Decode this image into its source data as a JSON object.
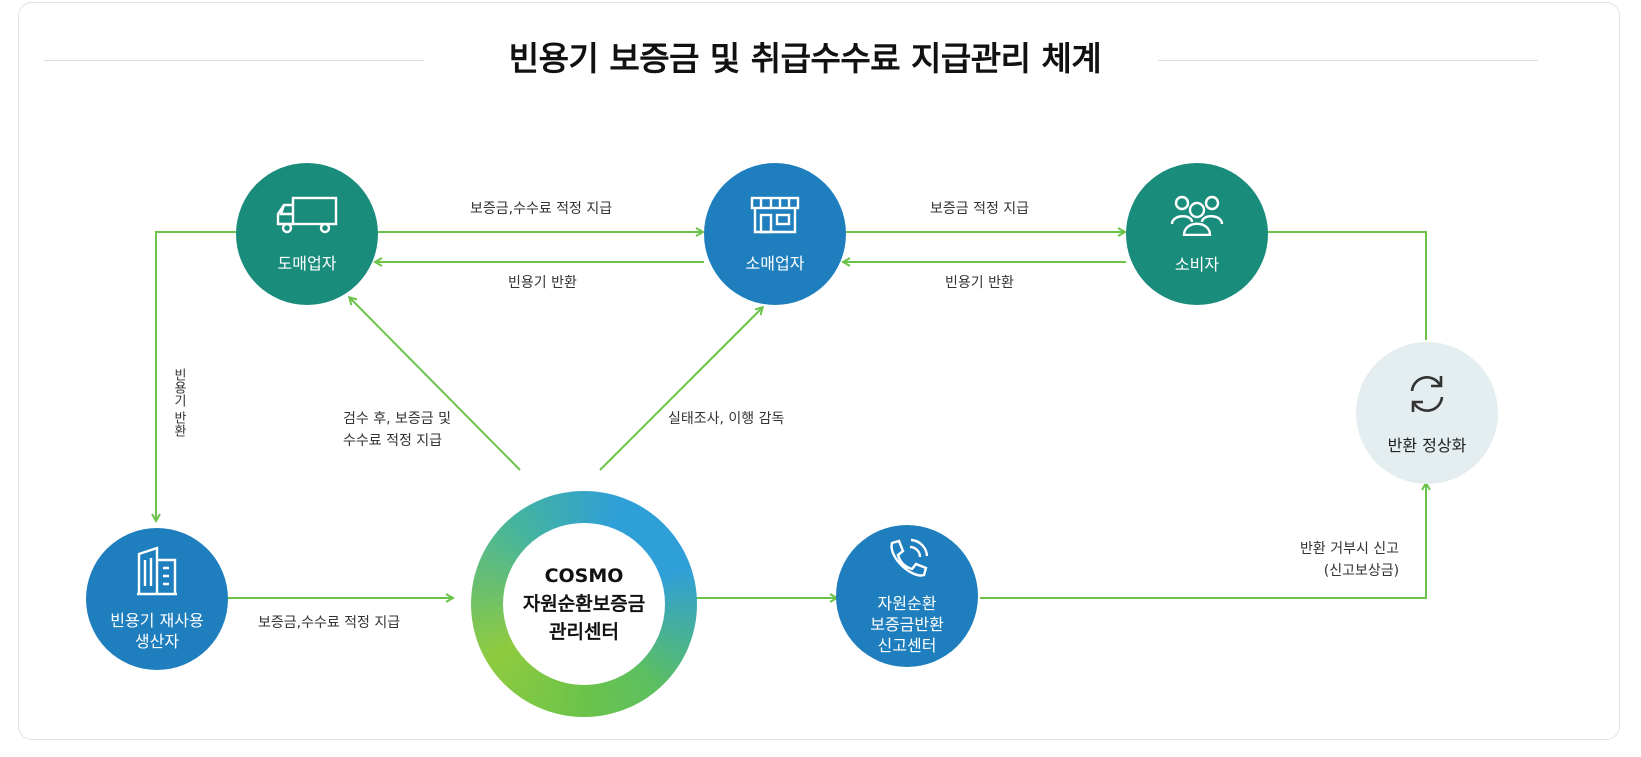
{
  "title": "빈용기 보증금 및 취급수수료 지급관리 체계",
  "nodes": {
    "wholesaler": {
      "label": "도매업자",
      "icon": "truck-icon"
    },
    "retailer": {
      "label": "소매업자",
      "icon": "store-icon"
    },
    "consumer": {
      "label": "소비자",
      "icon": "people-icon"
    },
    "normalize": {
      "label": "반환 정상화",
      "icon": "refresh-icon"
    },
    "producer": {
      "label": "빈용기 재사용\n생산자",
      "icon": "building-icon"
    },
    "cosmo": {
      "label": "COSMO\n자원순환보증금\n관리센터"
    },
    "report_center": {
      "label": "자원순환\n보증금반환\n신고센터",
      "icon": "phone-icon"
    }
  },
  "edges": {
    "wholesale_to_retail": "보증금,수수료 적정 지급",
    "retail_to_wholesale": "빈용기 반환",
    "retail_to_consumer": "보증금 적정 지급",
    "consumer_to_retail": "빈용기 반환",
    "wholesale_to_producer": "빈용기 반환",
    "cosmo_to_wholesale": "검수 후, 보증금 및\n수수료 적정 지급",
    "cosmo_to_retail": "실태조사, 이행 감독",
    "producer_to_cosmo": "보증금,수수료 적정 지급",
    "report_to_normalize": "반환 거부시 신고\n(신고보상금)"
  },
  "colors": {
    "teal": "#1a8c7c",
    "blue": "#1f7fbe",
    "arrow_green": "#6cc34a",
    "light_circle": "#e4edf0"
  }
}
